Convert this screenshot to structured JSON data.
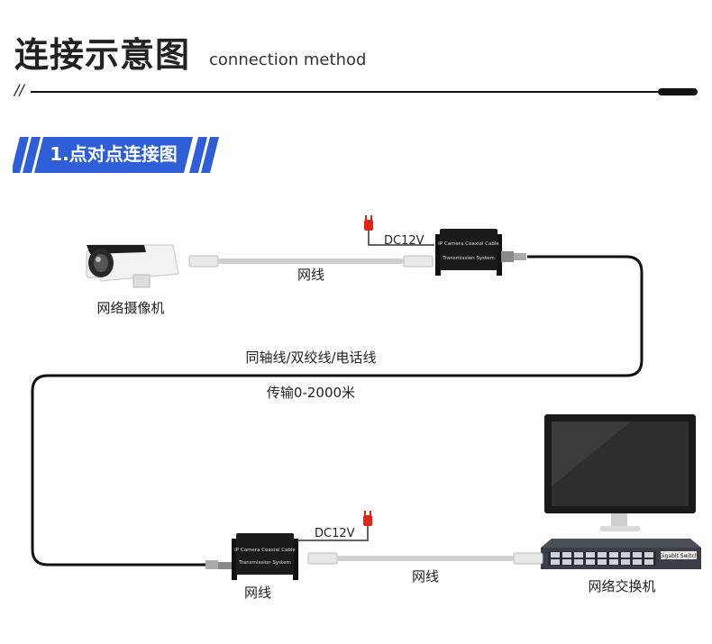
{
  "header": {
    "title_cn": "连接示意图",
    "title_en": "connection method",
    "rule_prefix": "//"
  },
  "section": {
    "label": "1.点对点连接图",
    "accent_color": "#2f5fd8"
  },
  "nodes": {
    "camera_label": "网络摄像机",
    "transmitter_face_line1": "IP Camera Coaxial Cable",
    "transmitter_face_line2": "Transmission System",
    "receiver_face_line1": "IP Camera Coaxial Cable",
    "receiver_face_line2": "Transmission System",
    "receiver_label": "网线",
    "switch_brand": "Gigabit Switch",
    "switch_label": "网络交换机"
  },
  "links": {
    "top_cable_label": "网线",
    "bottom_cable_label": "网线",
    "power_top": "DC12V",
    "power_bottom": "DC12V",
    "trunk_label": "同轴线/双绞线/电话线",
    "distance_label": "传输0-2000米"
  },
  "colors": {
    "power_plug": "#e0261b",
    "cable_gray": "#c9c9c9",
    "device_black": "#1b1b1b"
  }
}
